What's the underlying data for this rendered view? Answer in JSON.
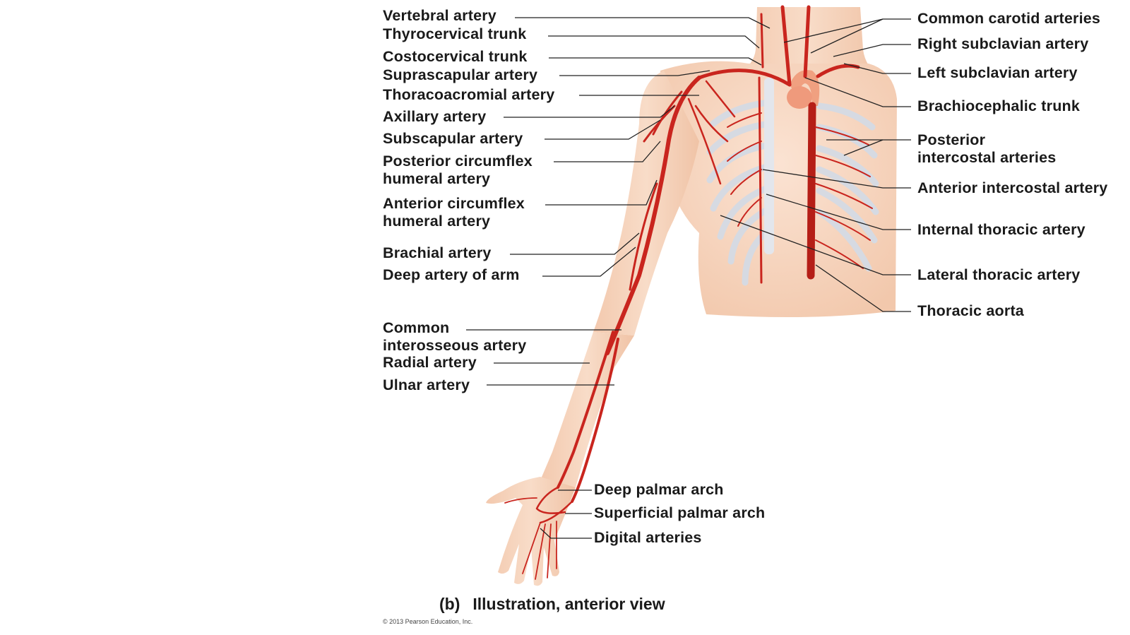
{
  "labels_left": [
    {
      "id": "vertebral",
      "lines": [
        "Vertebral artery"
      ]
    },
    {
      "id": "thyrocervical",
      "lines": [
        "Thyrocervical trunk"
      ]
    },
    {
      "id": "costocervical",
      "lines": [
        "Costocervical trunk"
      ]
    },
    {
      "id": "suprascapular",
      "lines": [
        "Suprascapular artery"
      ]
    },
    {
      "id": "thoracoacromial",
      "lines": [
        "Thoracoacromial artery"
      ]
    },
    {
      "id": "axillary",
      "lines": [
        "Axillary artery"
      ]
    },
    {
      "id": "subscapular",
      "lines": [
        "Subscapular artery"
      ]
    },
    {
      "id": "post-circumflex",
      "lines": [
        "Posterior circumflex",
        "humeral artery"
      ]
    },
    {
      "id": "ant-circumflex",
      "lines": [
        "Anterior circumflex",
        "humeral artery"
      ]
    },
    {
      "id": "brachial",
      "lines": [
        "Brachial artery"
      ]
    },
    {
      "id": "deep-arm",
      "lines": [
        "Deep artery of arm"
      ]
    },
    {
      "id": "common-interosseous",
      "lines": [
        "Common",
        "interosseous artery"
      ]
    },
    {
      "id": "radial",
      "lines": [
        "Radial artery"
      ]
    },
    {
      "id": "ulnar",
      "lines": [
        "Ulnar artery"
      ]
    }
  ],
  "labels_right": [
    {
      "id": "common-carotid",
      "lines": [
        "Common carotid arteries"
      ]
    },
    {
      "id": "right-subclavian",
      "lines": [
        "Right subclavian artery"
      ]
    },
    {
      "id": "left-subclavian",
      "lines": [
        "Left subclavian artery"
      ]
    },
    {
      "id": "brachiocephalic",
      "lines": [
        "Brachiocephalic trunk"
      ]
    },
    {
      "id": "post-intercostal",
      "lines": [
        "Posterior",
        "intercostal arteries"
      ]
    },
    {
      "id": "ant-intercostal",
      "lines": [
        "Anterior intercostal artery"
      ]
    },
    {
      "id": "internal-thoracic",
      "lines": [
        "Internal thoracic artery"
      ]
    },
    {
      "id": "lateral-thoracic",
      "lines": [
        "Lateral thoracic artery"
      ]
    },
    {
      "id": "thoracic-aorta",
      "lines": [
        "Thoracic aorta"
      ]
    }
  ],
  "labels_hand": [
    {
      "id": "deep-palmar",
      "lines": [
        "Deep palmar arch"
      ]
    },
    {
      "id": "superficial-palmar",
      "lines": [
        "Superficial palmar arch"
      ]
    },
    {
      "id": "digital",
      "lines": [
        "Digital arteries"
      ]
    }
  ],
  "caption": {
    "part": "(b)",
    "text": "Illustration, anterior view"
  },
  "copyright": "© 2013 Pearson Education, Inc.",
  "colors": {
    "skin": "#f6d3bd",
    "skin_shadow": "#eab99d",
    "artery": "#c9251e",
    "artery_dark": "#a81812",
    "rib": "#d4d8df",
    "leader": "#222222",
    "heart": "#f0a080"
  }
}
